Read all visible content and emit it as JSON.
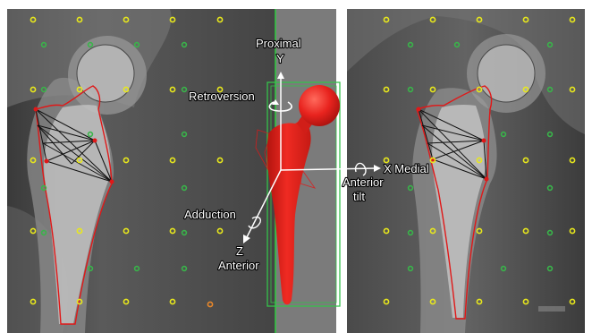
{
  "scene": {
    "kind": "orthopedic X-ray composite with 3D hip stem implant",
    "colors": {
      "implant": "#e8231e",
      "contour": "#e01818",
      "bounding_box": "#35c24a",
      "marker_yellow": "#e8e81c",
      "marker_green": "#39b54a",
      "marker_orange": "#e8872a",
      "axis": "#ffffff"
    }
  },
  "labels": {
    "proximal": "Proximal",
    "y_axis": "Y",
    "retroversion": "Retroversion",
    "x_medial": "X Medial",
    "anterior_tilt_line1": "Anterior",
    "anterior_tilt_line2": "tilt",
    "adduction": "Adduction",
    "z_axis": "Z",
    "z_anterior": "Anterior"
  }
}
